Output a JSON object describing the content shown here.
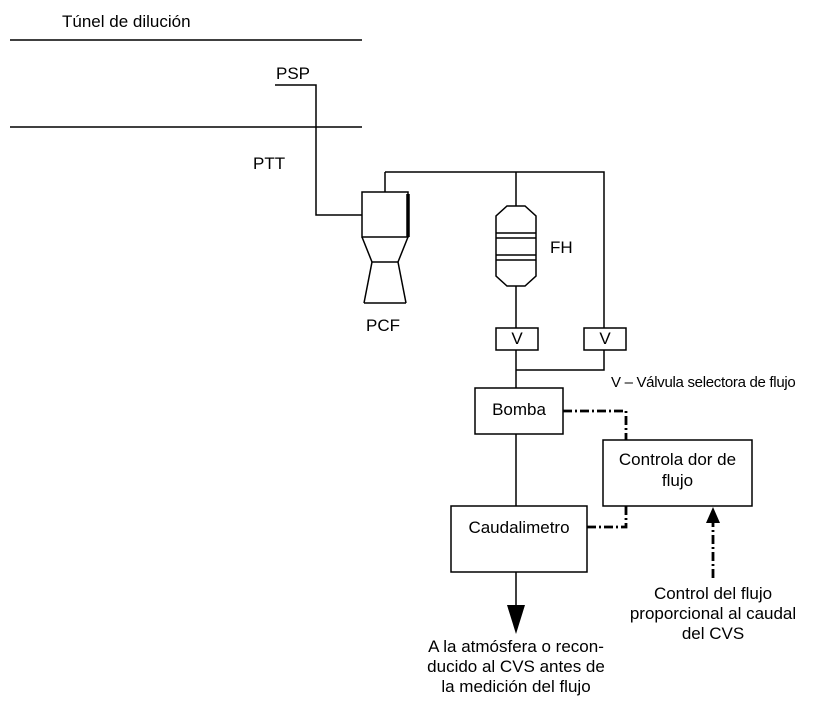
{
  "tunnel_label": "Túnel de dilución",
  "psp_label": "PSP",
  "ptt_label": "PTT",
  "pcf_label": "PCF",
  "fh_label": "FH",
  "valve_label_1": "V",
  "valve_label_2": "V",
  "valve_legend": "V – Válvula selectora de flujo",
  "pump_label": "Bomba",
  "controller_line1": "Controla dor de",
  "controller_line2": "flujo",
  "flowmeter_label": "Caudalimetro",
  "control_note": [
    "Control del flujo",
    "proporcional al caudal",
    "del CVS"
  ],
  "exhaust_note": [
    "A la atmósfera o recon-",
    "ducido al CVS antes de",
    "la medición del flujo"
  ]
}
